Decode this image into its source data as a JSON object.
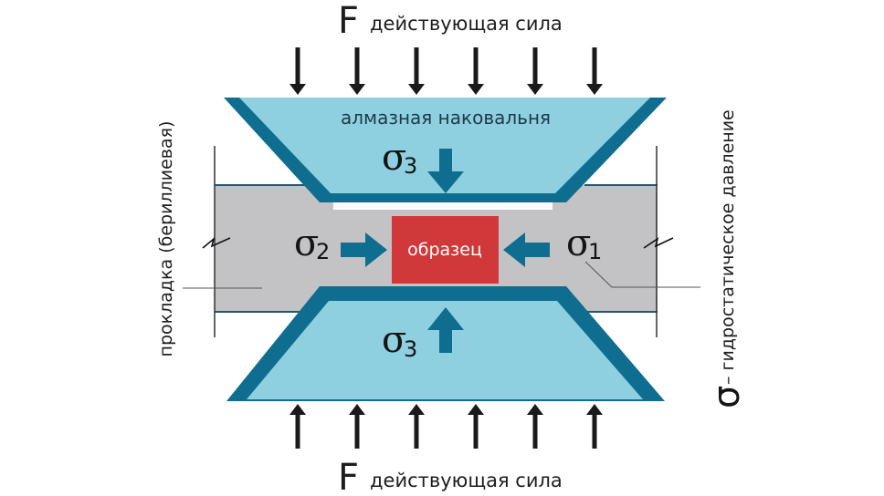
{
  "diagram": {
    "title": "Diamond anvil cell schematic",
    "top_force": {
      "symbol": "F",
      "label": "действующая сила",
      "arrow_count": 6,
      "direction": "down"
    },
    "bottom_force": {
      "symbol": "F",
      "label": "действующая сила",
      "arrow_count": 6,
      "direction": "up"
    },
    "anvil_label": "алмазная наковальня",
    "sample_label": "образец",
    "gasket_label": "прокладка (бериллиевая)",
    "stresses": {
      "top": {
        "symbol": "σ",
        "index": "3",
        "direction": "down"
      },
      "bottom": {
        "symbol": "σ",
        "index": "3",
        "direction": "up"
      },
      "left": {
        "symbol": "σ",
        "index": "2",
        "direction": "right"
      },
      "right": {
        "symbol": "σ",
        "index": "1",
        "direction": "left"
      }
    },
    "legend": {
      "symbol": "σ",
      "text": "– гидростатическое давление"
    },
    "colors": {
      "anvil_fill": "#8fd0e0",
      "anvil_edge": "#0f6e8f",
      "gasket_fill": "#c3c3c6",
      "sample_fill": "#d0383a",
      "arrow_blue": "#0f6e8f",
      "force_arrow": "#1a1a1a"
    }
  }
}
